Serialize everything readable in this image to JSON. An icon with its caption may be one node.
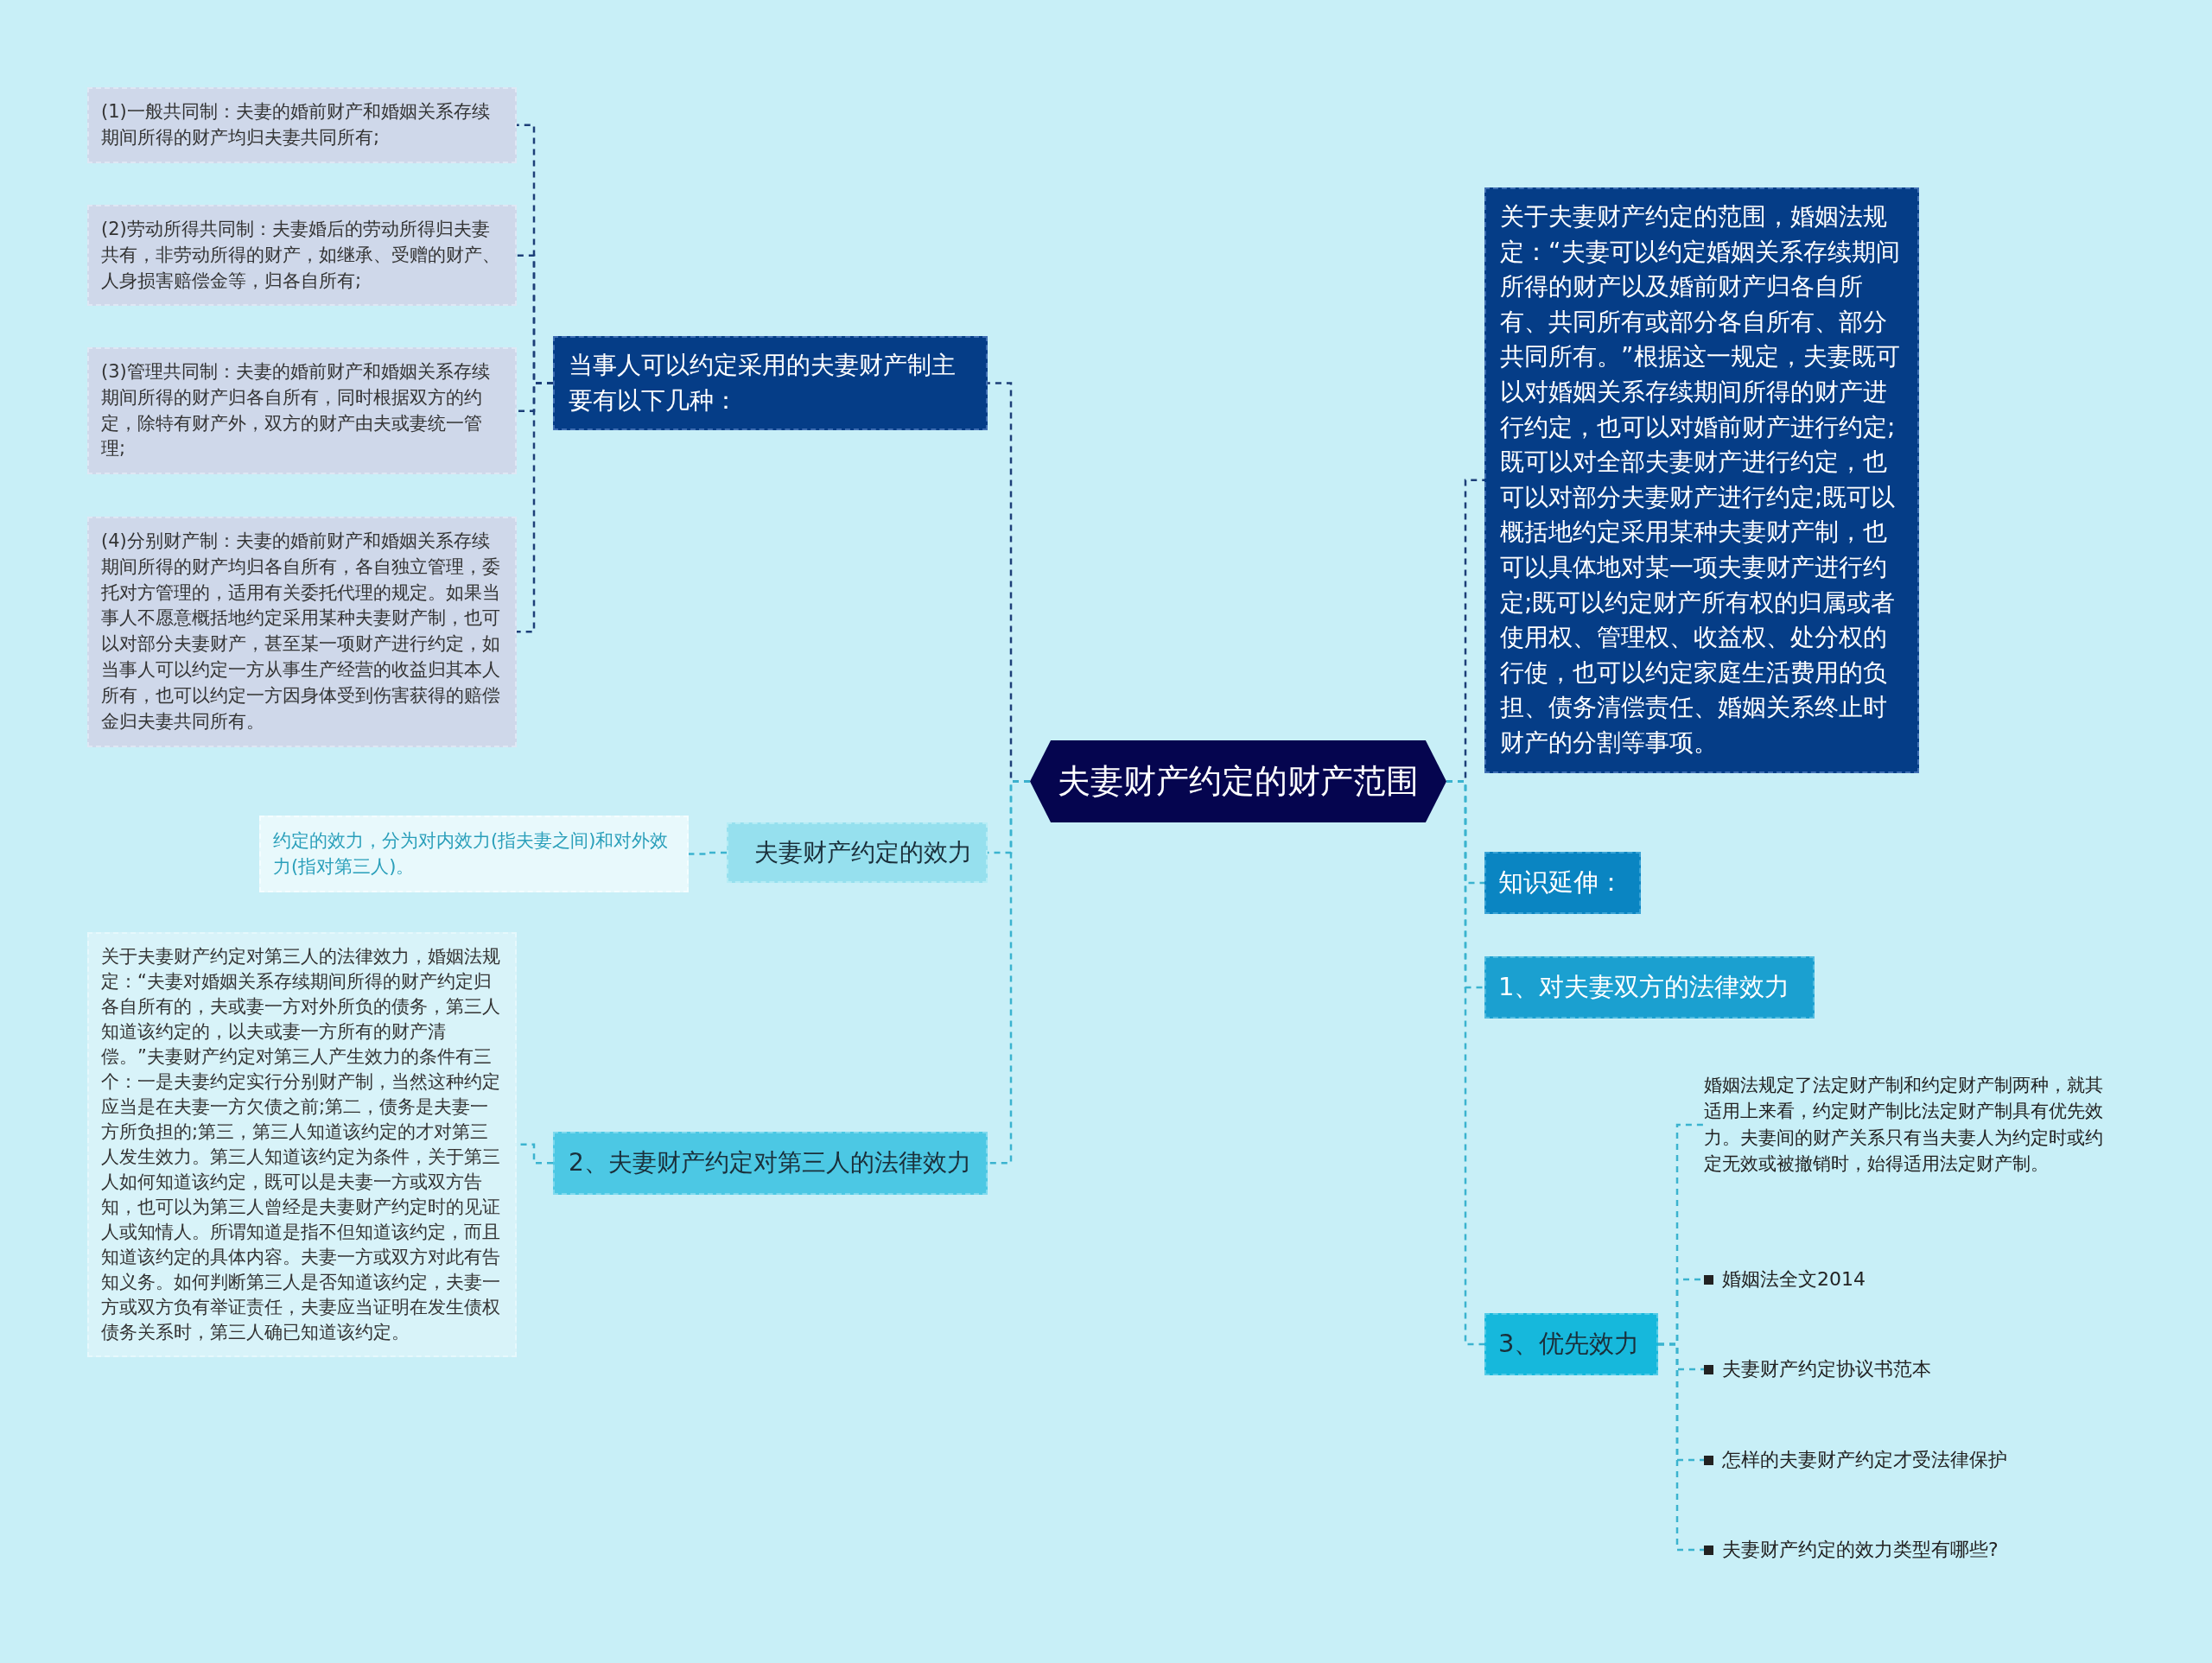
{
  "diagram": {
    "nodes": [
      {
        "text": [
          "夫妻财产约定的财产范围"
        ]
      },
      {
        "text": [
          "当事人可以约定采用的夫妻财产制主要有以下几种："
        ]
      },
      {
        "text": [
          "(1)一般共同制：夫妻的婚前财产和婚姻关系存续期间所得的财产均归夫妻共同所有;"
        ]
      },
      {
        "text": [
          "(2)劳动所得共同制：夫妻婚后的劳动所得归夫妻共有，非劳动所得的财产，如继承、受赠的财产、人身损害赔偿金等，归各自所有;"
        ]
      },
      {
        "text": [
          "(3)管理共同制：夫妻的婚前财产和婚姻关系存续期间所得的财产归各自所有，同时根据双方的约定，除特有财产外，双方的财产由夫或妻统一管理;"
        ]
      },
      {
        "text": [
          "(4)分别财产制：夫妻的婚前财产和婚姻关系存续期间所得的财产均归各自所有，各自独立管理，委托对方管理的，适用有关委托代理的规定。如果当事人不愿意概括地约定采用某种夫妻财产制，也可以对部分夫妻财产，甚至某一项财产进行约定，如当事人可以约定一方从事生产经营的收益归其本人所有，也可以约定一方因身体受到伤害获得的赔偿金归夫妻共同所有。"
        ]
      },
      {
        "text": [
          "夫妻财产约定的效力"
        ]
      },
      {
        "text": [
          "约定的效力，分为对内效力(指夫妻之间)和对外效力(指对第三人)。"
        ]
      },
      {
        "text": [
          "2、夫妻财产约定对第三人的法律效力"
        ]
      },
      {
        "text": [
          "关于夫妻财产约定对第三人的法律效力，婚姻法规定：“夫妻对婚姻关系存续期间所得的财产约定归各自所有的，夫或妻一方对外所负的债务，第三人知道该约定的，以夫或妻一方所有的财产清偿。”夫妻财产约定对第三人产生效力的条件有三个：一是夫妻约定实行分别财产制，当然这种约定应当是在夫妻一方欠债之前;第二，债务是夫妻一方所负担的;第三，第三人知道该约定的才对第三人发生效力。第三人知道该约定为条件，关于第三人如何知道该约定，既可以是夫妻一方或双方告知，也可以为第三人曾经是夫妻财产约定时的见证人或知情人。所谓知道是指不但知道该约定，而且知道该约定的具体内容。夫妻一方或双方对此有告知义务。如何判断第三人是否知道该约定，夫妻一方或双方负有举证责任，夫妻应当证明在发生债权债务关系时，第三人确已知道该约定。"
        ]
      },
      {
        "text": [
          "关于夫妻财产约定的范围，婚姻法规定：“夫妻可以约定婚姻关系存续期间所得的财产以及婚前财产归各自所有、共同所有或部分各自所有、部分共同所有。”根据这一规定，夫妻既可以对婚姻关系存续期间所得的财产进行约定，也可以对婚前财产进行约定;既可以对全部夫妻财产进行约定，也可以对部分夫妻财产进行约定;既可以概括地约定采用某种夫妻财产制，也可以具体地对某一项夫妻财产进行约定;既可以约定财产所有权的归属或者使用权、管理权、收益权、处分权的行使，也可以约定家庭生活费用的负担、债务清偿责任、婚姻关系终止时财产的分割等事项。"
        ]
      },
      {
        "text": [
          "知识延伸："
        ]
      },
      {
        "text": [
          "1、对夫妻双方的法律效力"
        ]
      },
      {
        "text": [
          "3、优先效力"
        ]
      },
      {
        "text": [
          "婚姻法规定了法定财产制和约定财产制两种，就其适用上来看，约定财产制比法定财产制具有优先效力。夫妻间的财产关系只有当夫妻人为约定时或约定无效或被撤销时，始得适用法定财产制。"
        ]
      },
      {
        "text": [
          "婚姻法全文2014"
        ]
      },
      {
        "text": [
          "夫妻财产约定协议书范本"
        ]
      },
      {
        "text": [
          "怎样的夫妻财产约定才受法律保护"
        ]
      },
      {
        "text": [
          "夫妻财产约定的效力类型有哪些?"
        ]
      }
    ],
    "edges": [
      {
        "from": 0,
        "to": 1,
        "arrow": "none",
        "style": "dashed",
        "color": "#1d3f78"
      },
      {
        "from": 1,
        "to": 2,
        "arrow": "none",
        "style": "dashed",
        "color": "#1d3f78"
      },
      {
        "from": 1,
        "to": 3,
        "arrow": "none",
        "style": "dashed",
        "color": "#1d3f78"
      },
      {
        "from": 1,
        "to": 4,
        "arrow": "none",
        "style": "dashed",
        "color": "#1d3f78"
      },
      {
        "from": 1,
        "to": 5,
        "arrow": "none",
        "style": "dashed",
        "color": "#1d3f78"
      },
      {
        "from": 0,
        "to": 6,
        "arrow": "none",
        "style": "dashed"
      },
      {
        "from": 6,
        "to": 7,
        "arrow": "none",
        "style": "dashed"
      },
      {
        "from": 0,
        "to": 8,
        "arrow": "none",
        "style": "dashed"
      },
      {
        "from": 8,
        "to": 9,
        "arrow": "none",
        "style": "dashed"
      },
      {
        "from": 0,
        "to": 10,
        "arrow": "none",
        "style": "dashed",
        "color": "#1d3f78"
      },
      {
        "from": 0,
        "to": 11,
        "arrow": "none",
        "style": "dashed"
      },
      {
        "from": 0,
        "to": 12,
        "arrow": "none",
        "style": "dashed"
      },
      {
        "from": 0,
        "to": 13,
        "arrow": "none",
        "style": "dashed"
      },
      {
        "from": 13,
        "to": 14,
        "arrow": "none",
        "style": "dashed"
      },
      {
        "from": 13,
        "to": 15,
        "arrow": "none",
        "style": "dashed"
      },
      {
        "from": 13,
        "to": 16,
        "arrow": "none",
        "style": "dashed"
      },
      {
        "from": 13,
        "to": 17,
        "arrow": "none",
        "style": "dashed"
      },
      {
        "from": 13,
        "to": 18,
        "arrow": "none",
        "style": "dashed"
      }
    ]
  }
}
